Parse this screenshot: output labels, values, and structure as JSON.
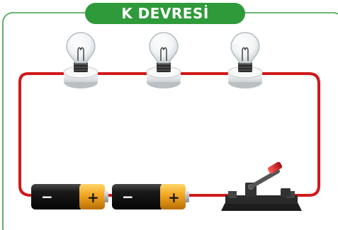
{
  "title": "K DEVRESİ",
  "colors": {
    "frame_green": "#3f9c45",
    "title_bg": "#2f9a3a",
    "wire_red": "#d0191b",
    "battery_body": "#1c1c1c",
    "battery_cap": "#f2a51e",
    "switch_lever": "#d32424"
  },
  "components": {
    "bulbs": [
      {
        "name": "bulb-1"
      },
      {
        "name": "bulb-2"
      },
      {
        "name": "bulb-3"
      }
    ],
    "batteries": [
      {
        "name": "battery-1",
        "negative_label": "−",
        "positive_label": "+"
      },
      {
        "name": "battery-2",
        "negative_label": "−",
        "positive_label": "+"
      }
    ],
    "switch": {
      "name": "knife-switch",
      "state": "open"
    }
  }
}
